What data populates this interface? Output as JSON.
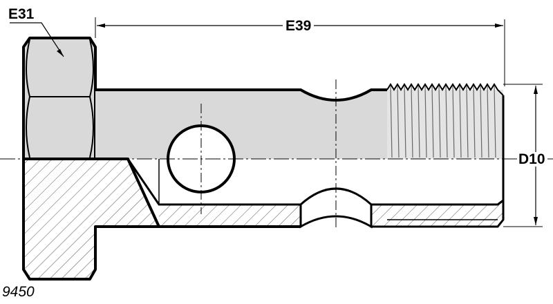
{
  "labels": {
    "e31": "E31",
    "e39": "E39",
    "d10": "D10",
    "part_number": "9450"
  },
  "colors": {
    "outline": "#000000",
    "fill": "#d9d9d9",
    "hatch": "#444444",
    "background": "#ffffff"
  }
}
